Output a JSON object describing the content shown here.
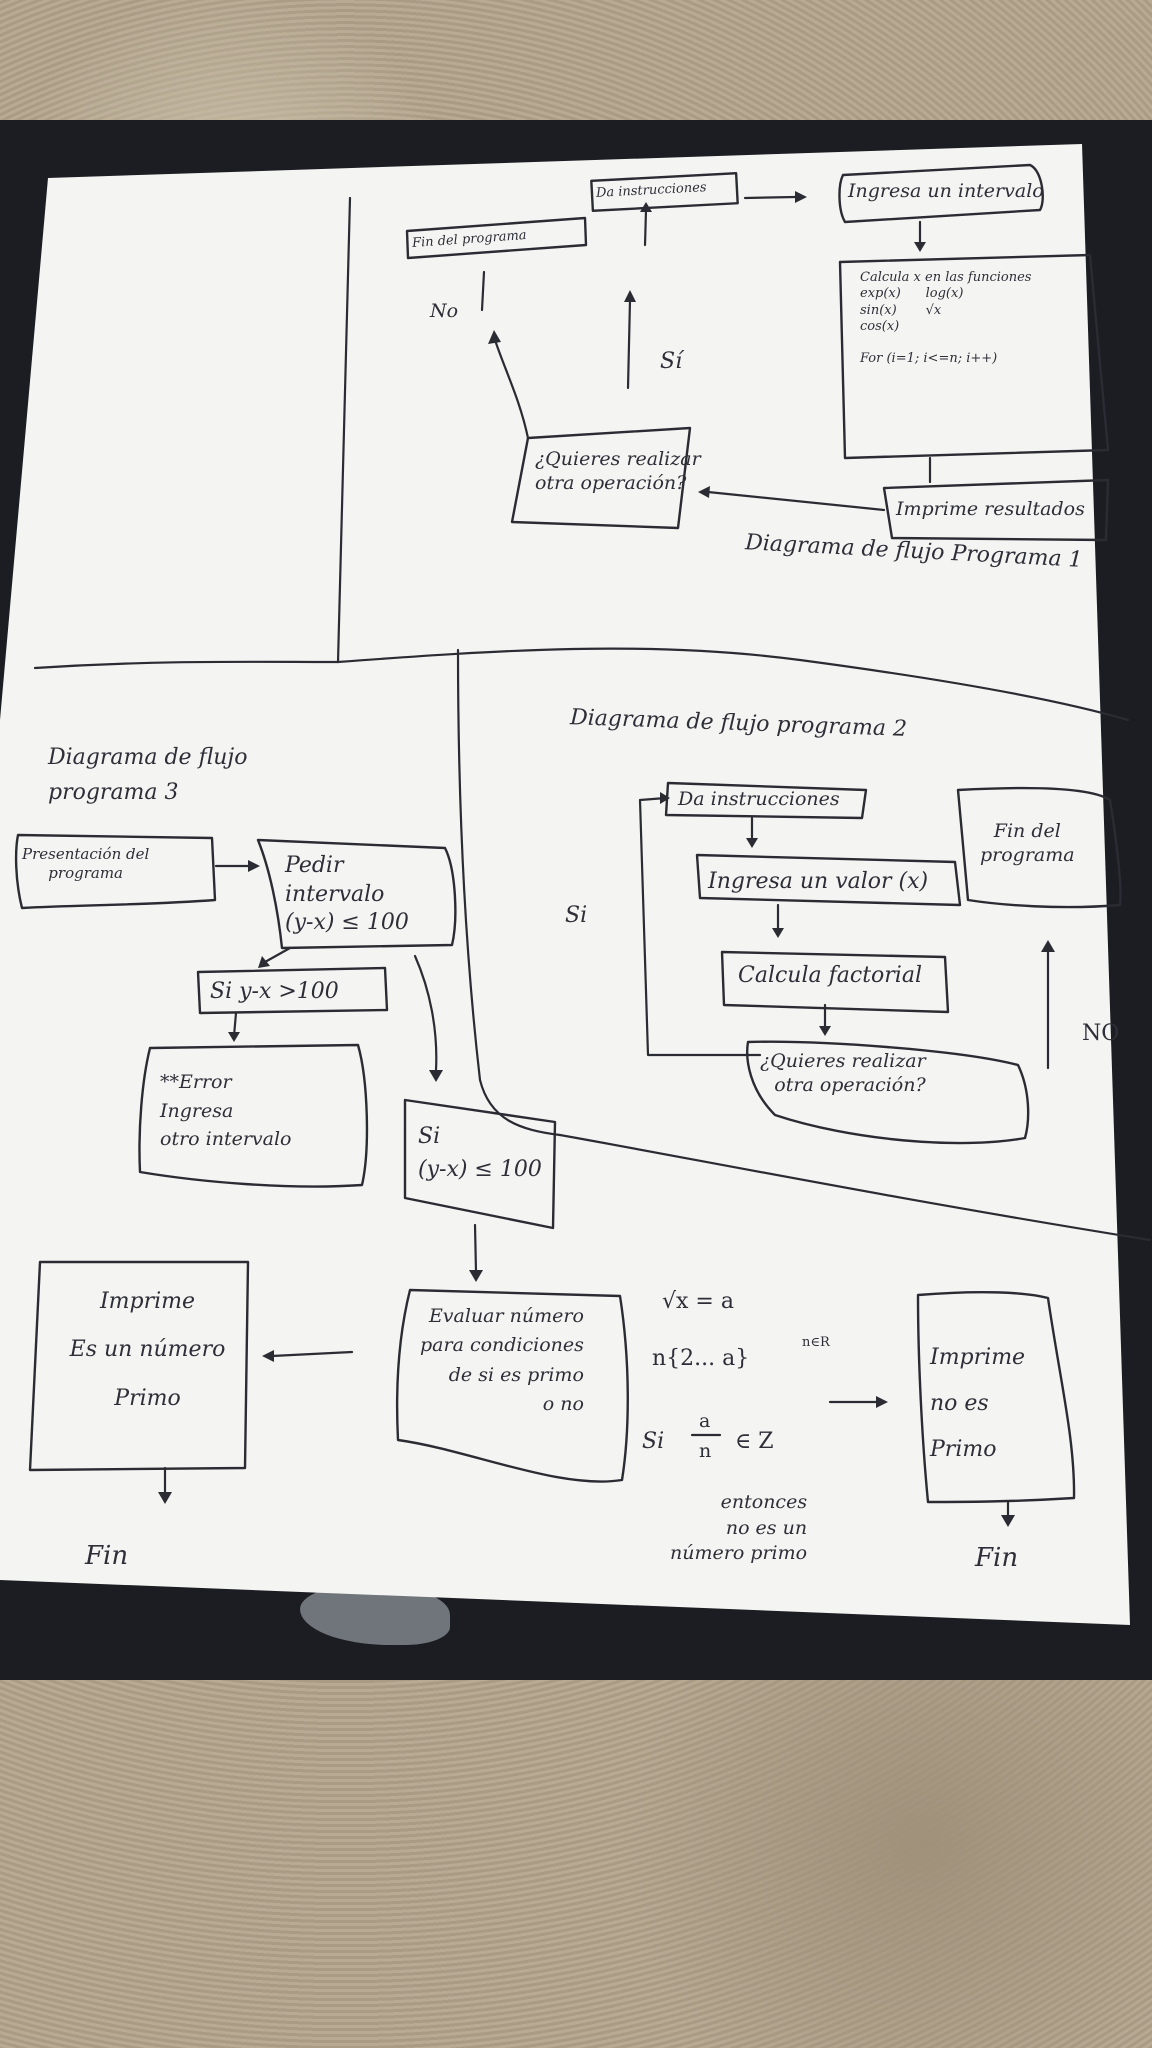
{
  "page": {
    "background": "#f4f4f2",
    "ink": "#2b2b33"
  },
  "p1": {
    "title": "Diagrama de flujo Programa 1",
    "da_instrucciones": "Da instrucciones",
    "ingresa_intervalo": "Ingresa un intervalo",
    "fin_programa": "Fin del programa",
    "calcula": "Calcula x en las funciones\nexp(x)      log(x)\nsin(x)       √x\ncos(x)\n\nFor (i=1; i<=n; i++)",
    "imprime": "Imprime resultados",
    "quieres": "¿Quieres realizar\notra operación?",
    "no": "No",
    "si": "Sí"
  },
  "p2": {
    "title": "Diagrama de flujo programa 2",
    "da_instrucciones": "Da instrucciones",
    "ingresa": "Ingresa un valor (x)",
    "calcula": "Calcula factorial",
    "quieres": "¿Quieres realizar\notra operación?",
    "fin": "Fin del\nprograma",
    "si": "Si",
    "no": "NO"
  },
  "p3": {
    "title": "Diagrama de flujo\nprograma 3",
    "presentacion": "Presentación del\nprograma",
    "pedir": "Pedir\nintervalo\n(y-x) ≤ 100",
    "si_mayor": "Si y-x >100",
    "error": "**Error\nIngresa\notro intervalo",
    "si_menor": "Si\n(y-x) ≤ 100",
    "evaluar": "Evaluar número\npara condiciones\nde si es primo\no no",
    "imprime_primo": "Imprime\nEs un número\nPrimo",
    "imprime_no_primo": "Imprime\nno es\nPrimo",
    "fin_left": "Fin",
    "fin_right": "Fin",
    "math_sqrt": "√x = a",
    "math_set": "n{2... a}",
    "math_nr": "n∈R",
    "math_si": "Si",
    "math_frac_num": "a",
    "math_frac_den": "n",
    "math_in_z": "∈ Z",
    "entonces": "entonces\nno es un\nnúmero primo"
  }
}
